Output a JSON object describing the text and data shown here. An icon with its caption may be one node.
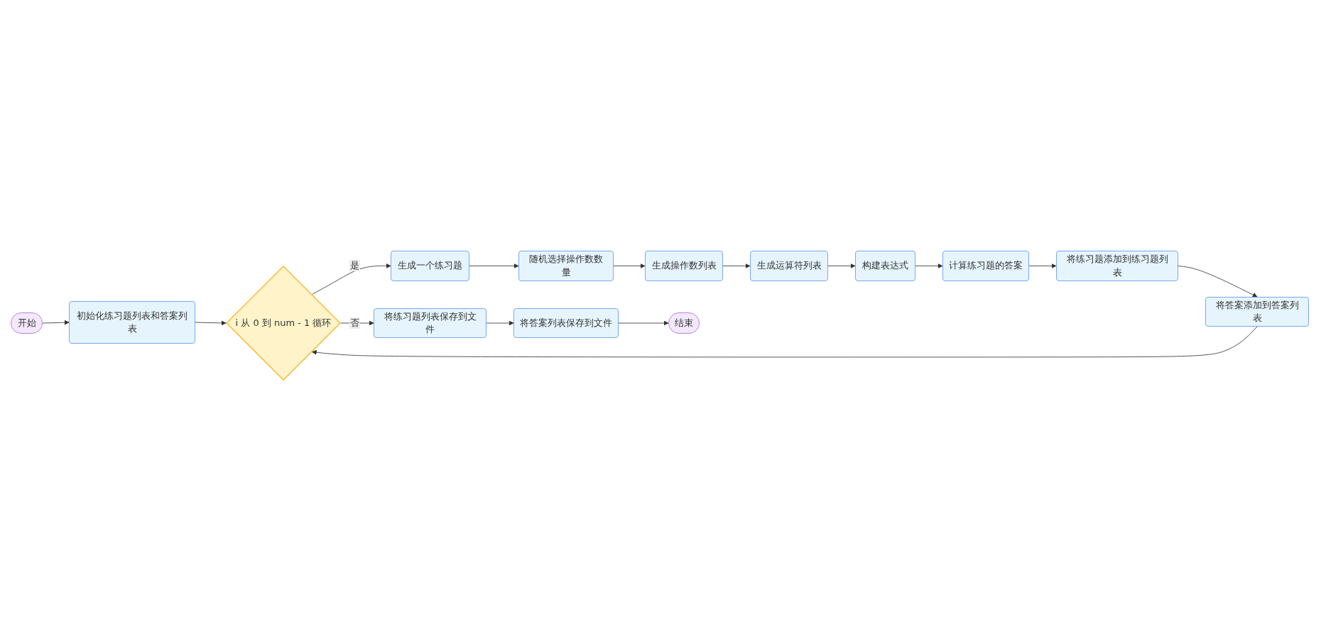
{
  "diagram": {
    "nodes": [
      {
        "text": [
          "开始"
        ]
      },
      {
        "text": [
          "初始化练习题列表和答案列表"
        ]
      },
      {
        "text": [
          "i 从 0 到 num - 1 循环"
        ]
      },
      {
        "text": [
          "生成一个练习题"
        ]
      },
      {
        "text": [
          "随机选择操作数数量"
        ]
      },
      {
        "text": [
          "生成操作数列表"
        ]
      },
      {
        "text": [
          "生成运算符列表"
        ]
      },
      {
        "text": [
          "构建表达式"
        ]
      },
      {
        "text": [
          "计算练习题的答案"
        ]
      },
      {
        "text": [
          "将练习题添加到练习题列表"
        ]
      },
      {
        "text": [
          "将答案添加到答案列表"
        ]
      },
      {
        "text": [
          "将练习题列表保存到文件"
        ]
      },
      {
        "text": [
          "将答案列表保存到文件"
        ]
      },
      {
        "text": [
          "结束"
        ]
      }
    ],
    "edges": [
      {
        "from": 0,
        "to": 1,
        "arrow": "to"
      },
      {
        "from": 1,
        "to": 2,
        "arrow": "to"
      },
      {
        "from": 2,
        "to": 3,
        "label": "是",
        "arrow": "to"
      },
      {
        "from": 3,
        "to": 4,
        "arrow": "to"
      },
      {
        "from": 4,
        "to": 5,
        "arrow": "to"
      },
      {
        "from": 5,
        "to": 6,
        "arrow": "to"
      },
      {
        "from": 6,
        "to": 7,
        "arrow": "to"
      },
      {
        "from": 7,
        "to": 8,
        "arrow": "to"
      },
      {
        "from": 8,
        "to": 9,
        "arrow": "to"
      },
      {
        "from": 9,
        "to": 10,
        "arrow": "to"
      },
      {
        "from": 10,
        "to": 2,
        "arrow": "to"
      },
      {
        "from": 2,
        "to": 11,
        "label": "否",
        "arrow": "to"
      },
      {
        "from": 11,
        "to": 12,
        "arrow": "to"
      },
      {
        "from": 12,
        "to": 13,
        "arrow": "to"
      }
    ]
  }
}
